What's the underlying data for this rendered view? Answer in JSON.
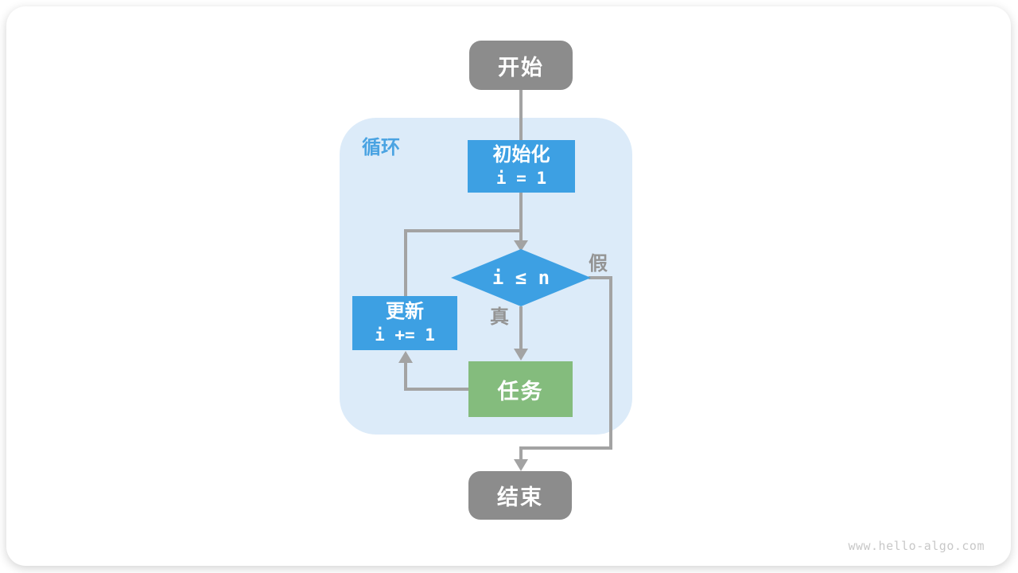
{
  "watermark": "www.hello-algo.com",
  "flowchart": {
    "start": {
      "label": "开始"
    },
    "loop": {
      "label": "循环"
    },
    "init": {
      "title": "初始化",
      "code": "i = 1"
    },
    "condition": {
      "code": "i ≤ n"
    },
    "branch_true": {
      "label": "真"
    },
    "branch_false": {
      "label": "假"
    },
    "update": {
      "title": "更新",
      "code": "i += 1"
    },
    "task": {
      "label": "任务"
    },
    "end": {
      "label": "结束"
    },
    "colors": {
      "process_blue": "#3da0e3",
      "task_green": "#84bc7d",
      "terminal_gray": "#8c8c8c",
      "loop_background": "#dcebf9",
      "loop_label_blue": "#4aa3e2",
      "connector_gray": "#a3a3a3",
      "branch_label_gray": "#949494"
    }
  }
}
